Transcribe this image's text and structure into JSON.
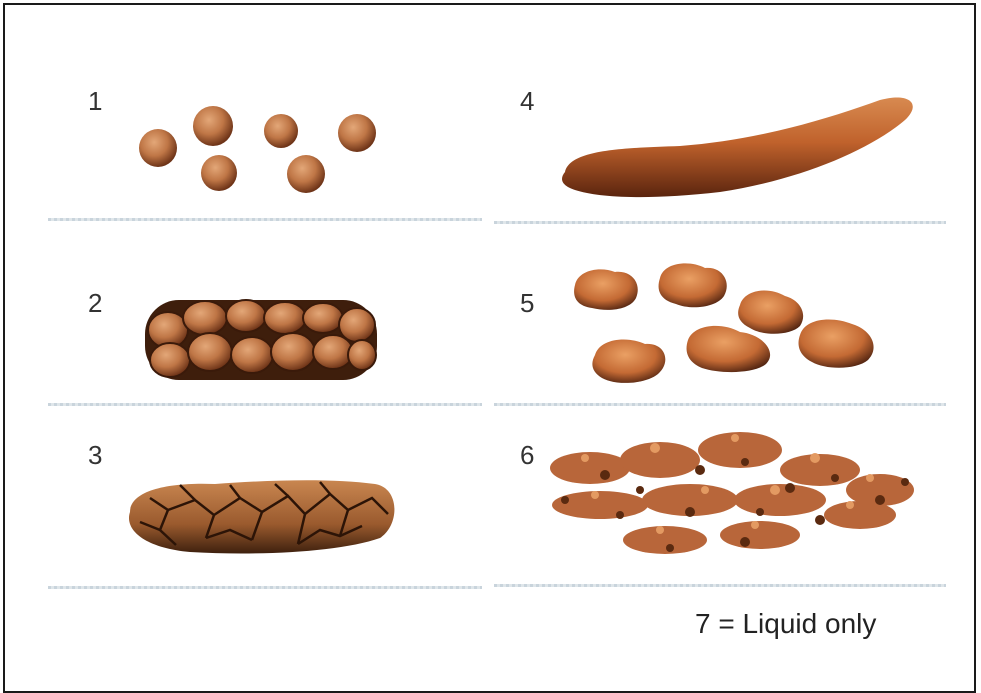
{
  "types": [
    {
      "number": "1",
      "illustration": "separate-hard-lumps"
    },
    {
      "number": "2",
      "illustration": "lumpy-sausage"
    },
    {
      "number": "3",
      "illustration": "cracked-sausage"
    },
    {
      "number": "4",
      "illustration": "smooth-sausage"
    },
    {
      "number": "5",
      "illustration": "soft-blobs"
    },
    {
      "number": "6",
      "illustration": "fluffy-pieces"
    }
  ],
  "footnote": "7 = Liquid only",
  "colors": {
    "stool_light": "#d08a5a",
    "stool_mid": "#b0603a",
    "stool_dark": "#4a2412",
    "rule": "#cfd9e0"
  }
}
